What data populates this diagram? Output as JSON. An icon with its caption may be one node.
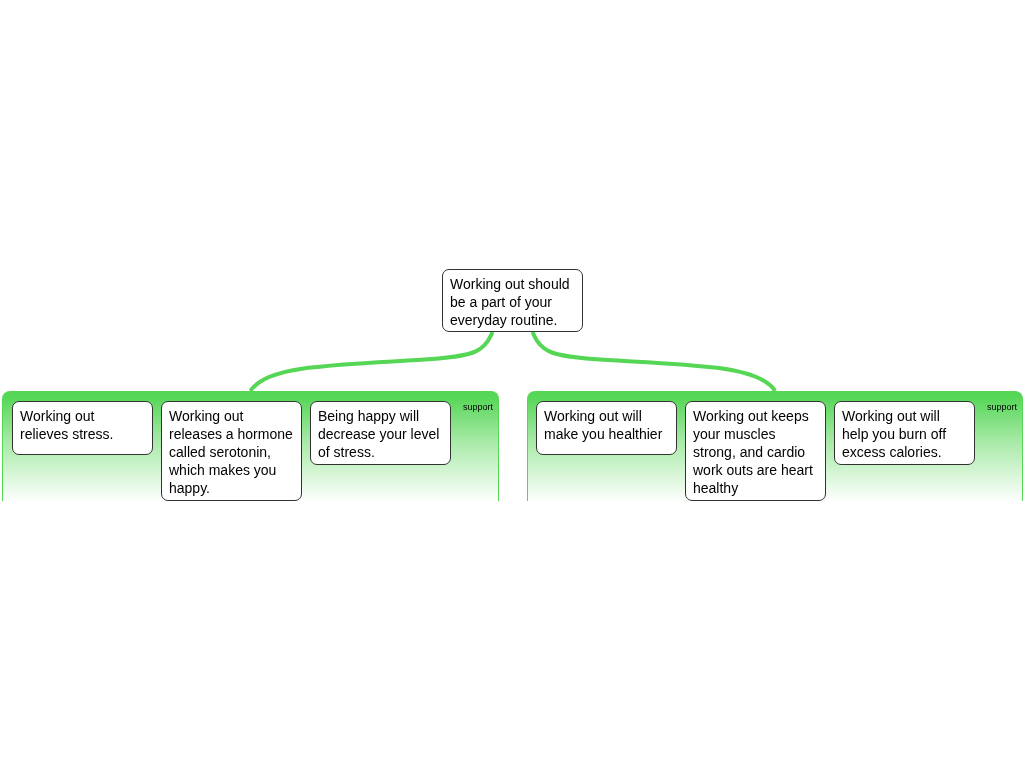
{
  "diagram": {
    "nodes": [
      {
        "text": [
          "Working out should be a part of your everyday routine."
        ]
      },
      {
        "text": [
          "support"
        ]
      },
      {
        "text": [
          "Working out relieves stress."
        ],
        "in": 1
      },
      {
        "text": [
          "Working out releases a hormone called serotonin, which makes you happy."
        ],
        "in": 1
      },
      {
        "text": [
          "Being happy will decrease your level of stress."
        ],
        "in": 1
      },
      {
        "text": [
          "support"
        ]
      },
      {
        "text": [
          "Working out will make you healthier"
        ],
        "in": 5
      },
      {
        "text": [
          "Working out keeps your muscles strong, and cardio work outs are heart healthy"
        ],
        "in": 5
      },
      {
        "text": [
          "Working out will help you burn off excess calories."
        ],
        "in": 5
      }
    ],
    "edges": [
      {
        "from": 0,
        "to": 1,
        "arrow": "none"
      },
      {
        "from": 0,
        "to": 5,
        "arrow": "none"
      }
    ]
  }
}
